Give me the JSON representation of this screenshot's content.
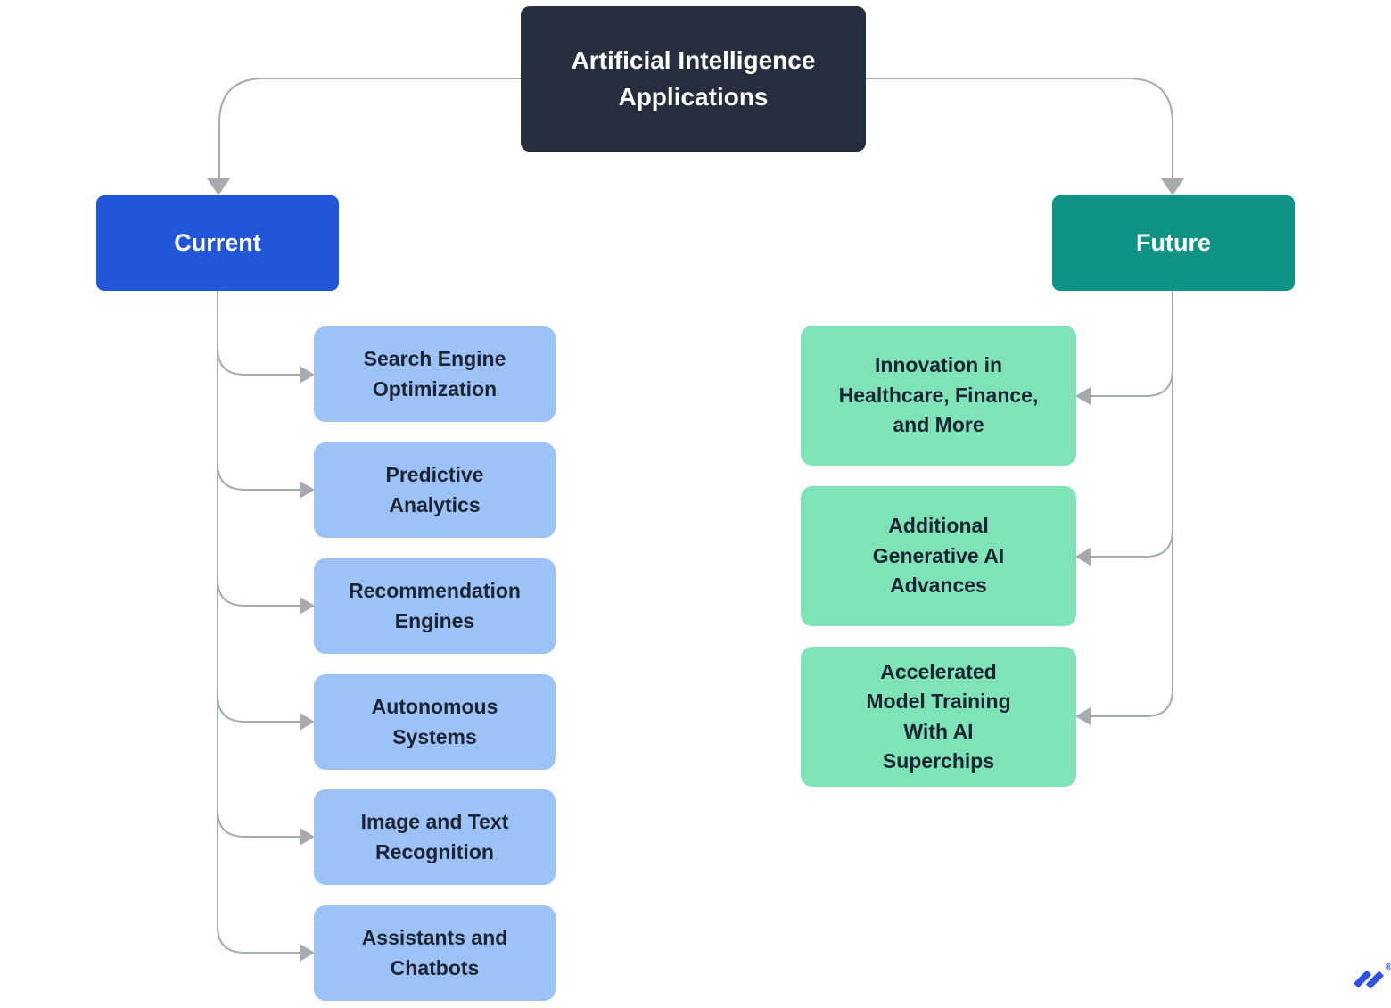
{
  "diagram": {
    "title": "Artificial Intelligence Applications",
    "root_color": "#262e3e",
    "connector_color": "#a7aaae",
    "branches": [
      {
        "label": "Current",
        "color": "#2156d8",
        "child_color": "#9dc2f7",
        "children": [
          "Search Engine Optimization",
          "Predictive Analytics",
          "Recommendation Engines",
          "Autonomous Systems",
          "Image and Text Recognition",
          "Assistants and Chatbots"
        ]
      },
      {
        "label": "Future",
        "color": "#0e9384",
        "child_color": "#7fe3b8",
        "children": [
          "Innovation in Healthcare, Finance, and More",
          "Additional Generative AI Advances",
          "Accelerated Model Training With AI Superchips"
        ]
      }
    ]
  },
  "branding": {
    "logo": "toptal-logo",
    "logo_color": "#2e53e1",
    "registered_mark": "®"
  }
}
